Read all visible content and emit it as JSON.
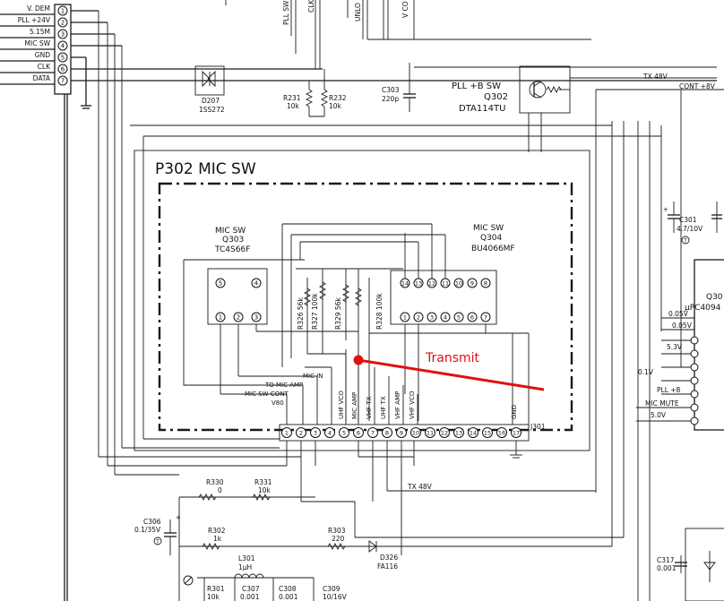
{
  "connector_left": {
    "labels": [
      "V. DEM",
      "PLL +24V",
      "5.15M",
      "MIC SW",
      "GND",
      "CLK",
      "DATA"
    ],
    "pins": [
      "1",
      "2",
      "3",
      "4",
      "5",
      "6",
      "7"
    ]
  },
  "top_signals": [
    "PLL SW",
    "CLK",
    "UNLO",
    "V CO"
  ],
  "components": {
    "d207": {
      "ref": "D207",
      "part": "1SS272"
    },
    "r231": {
      "ref": "R231",
      "value": "10k"
    },
    "r232": {
      "ref": "R232",
      "value": "10k"
    },
    "c303": {
      "ref": "C303",
      "value": "220p"
    },
    "q302": {
      "label": "PLL +B SW",
      "ref": "Q302",
      "part": "DTA114TU"
    },
    "c301": {
      "ref": "C301",
      "value": "4.7/10V",
      "marker": "T"
    },
    "q303": {
      "label": "MIC SW",
      "ref": "Q303",
      "part": "TC4S66F",
      "pins_top": [
        "5",
        "4"
      ],
      "pins_bottom": [
        "1",
        "2",
        "3"
      ]
    },
    "q304": {
      "label": "MIC SW",
      "ref": "Q304",
      "part": "BU4066MF",
      "pins_top": [
        "14",
        "13",
        "12",
        "11",
        "10",
        "9",
        "8"
      ],
      "pins_bottom": [
        "1",
        "2",
        "3",
        "4",
        "5",
        "6",
        "7"
      ]
    },
    "resistors_mid": [
      "R326 56k",
      "R327 100k",
      "R329 56k",
      "R328 100k"
    ],
    "r330": {
      "ref": "R330",
      "value": "0"
    },
    "r331": {
      "ref": "R331",
      "value": "10k"
    },
    "c306": {
      "ref": "C306",
      "value": "0.1/35V",
      "marker": "T"
    },
    "r302": {
      "ref": "R302",
      "value": "1k"
    },
    "l301": {
      "ref": "L301",
      "value": "1μH"
    },
    "r303": {
      "ref": "R303",
      "value": "220"
    },
    "d326": {
      "ref": "D326",
      "part": "FA116"
    },
    "c317": {
      "ref": "C317",
      "value": "0.001"
    },
    "r301": {
      "ref": "R301",
      "value": "10k"
    },
    "c307": {
      "ref": "C307",
      "value": "0.001"
    },
    "c308": {
      "ref": "C308",
      "value": "0.001"
    },
    "c309": {
      "ref": "C309",
      "value": "10/16V"
    },
    "q30x": {
      "ref": "Q30",
      "part": "μPC4094"
    }
  },
  "block": {
    "title": "P302   MIC SW"
  },
  "j301": {
    "ref": "J301",
    "pins": [
      "1",
      "2",
      "3",
      "4",
      "5",
      "6",
      "7",
      "8",
      "9",
      "10",
      "11",
      "12",
      "13",
      "14",
      "15",
      "16",
      "17"
    ],
    "signals": [
      "V80",
      "MIC SW CONT",
      "TO MIC AMP",
      "MIC IN",
      "UHF VCO",
      "MIC AMP",
      "VHF TX",
      "UHF TX",
      "VHF AMP",
      "VHF VCO",
      "GND"
    ]
  },
  "nets": {
    "tx48v_top": "TX 48V",
    "tx48v_bottom": "TX 48V",
    "cont": "CONT +8V",
    "pll8": "PLL +8",
    "mic_mute": "MIC MUTE"
  },
  "voltages": [
    "0.05V",
    "0.05V",
    "5.3V",
    "0.1V",
    "5.0V"
  ],
  "annotation": {
    "text": "Transmit",
    "color": "#e01010"
  }
}
